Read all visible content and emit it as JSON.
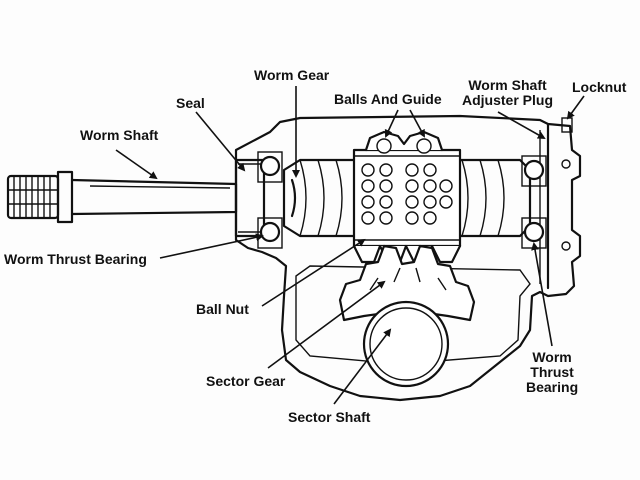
{
  "labels": {
    "worm_gear": "Worm Gear",
    "seal": "Seal",
    "worm_shaft": "Worm Shaft",
    "balls_and_guide": "Balls And Guide",
    "worm_shaft_adjuster_plug_1": "Worm Shaft",
    "worm_shaft_adjuster_plug_2": "Adjuster Plug",
    "locknut": "Locknut",
    "worm_thrust_bearing_left": "Worm Thrust Bearing",
    "ball_nut": "Ball Nut",
    "sector_gear": "Sector Gear",
    "sector_shaft": "Sector Shaft",
    "worm_thrust_bearing_right_1": "Worm",
    "worm_thrust_bearing_right_2": "Thrust",
    "worm_thrust_bearing_right_3": "Bearing"
  }
}
